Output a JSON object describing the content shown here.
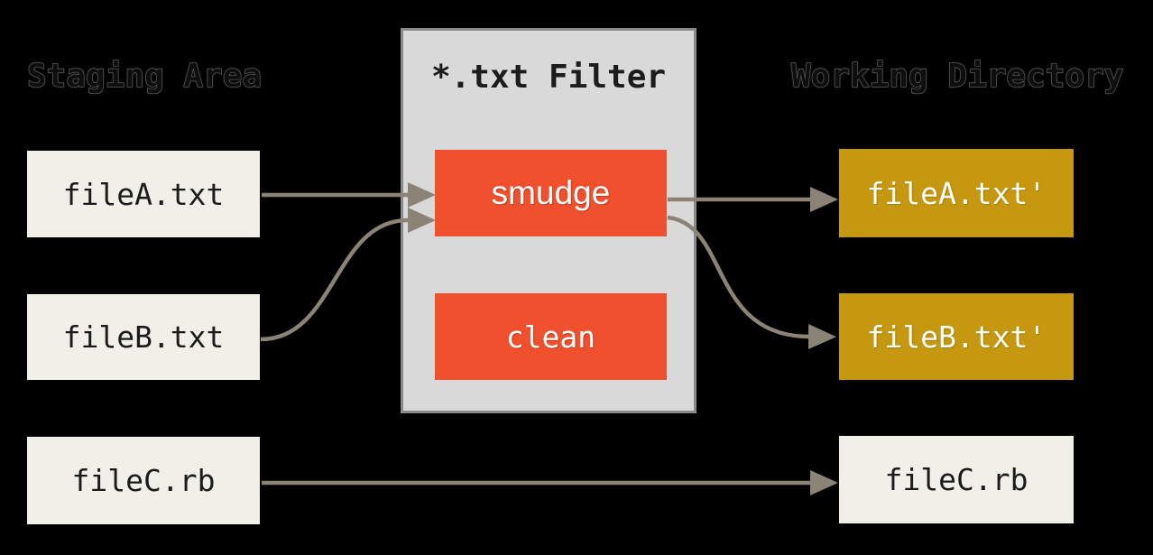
{
  "diagram": {
    "title_left": "Staging Area",
    "title_center": "*.txt Filter",
    "title_right": "Working Directory",
    "staging_files": [
      {
        "label": "fileA.txt"
      },
      {
        "label": "fileB.txt"
      },
      {
        "label": "fileC.rb"
      }
    ],
    "filter_ops": [
      {
        "label": "smudge"
      },
      {
        "label": "clean"
      }
    ],
    "working_files": [
      {
        "label": "fileA.txt'"
      },
      {
        "label": "fileB.txt'"
      },
      {
        "label": "fileC.rb"
      }
    ],
    "arrows": [
      {
        "from": "fileA.txt",
        "to": "smudge",
        "shape": "straight"
      },
      {
        "from": "fileB.txt",
        "to": "smudge",
        "shape": "s-curve"
      },
      {
        "from": "smudge",
        "to": "fileA.txt'",
        "shape": "straight"
      },
      {
        "from": "smudge",
        "to": "fileB.txt'",
        "shape": "s-curve"
      },
      {
        "from": "fileC.rb",
        "to": "fileC.rb",
        "shape": "straight"
      }
    ],
    "colors": {
      "background": "#000000",
      "filter_fill": "#d9d9d9",
      "filter_border": "#8a8a8a",
      "op_fill": "#f1502f",
      "staging_fill": "#f0efe8",
      "working_modified_fill": "#c6980f",
      "arrow": "#8c8377",
      "header_text_outline": "#6f6f6f"
    }
  }
}
